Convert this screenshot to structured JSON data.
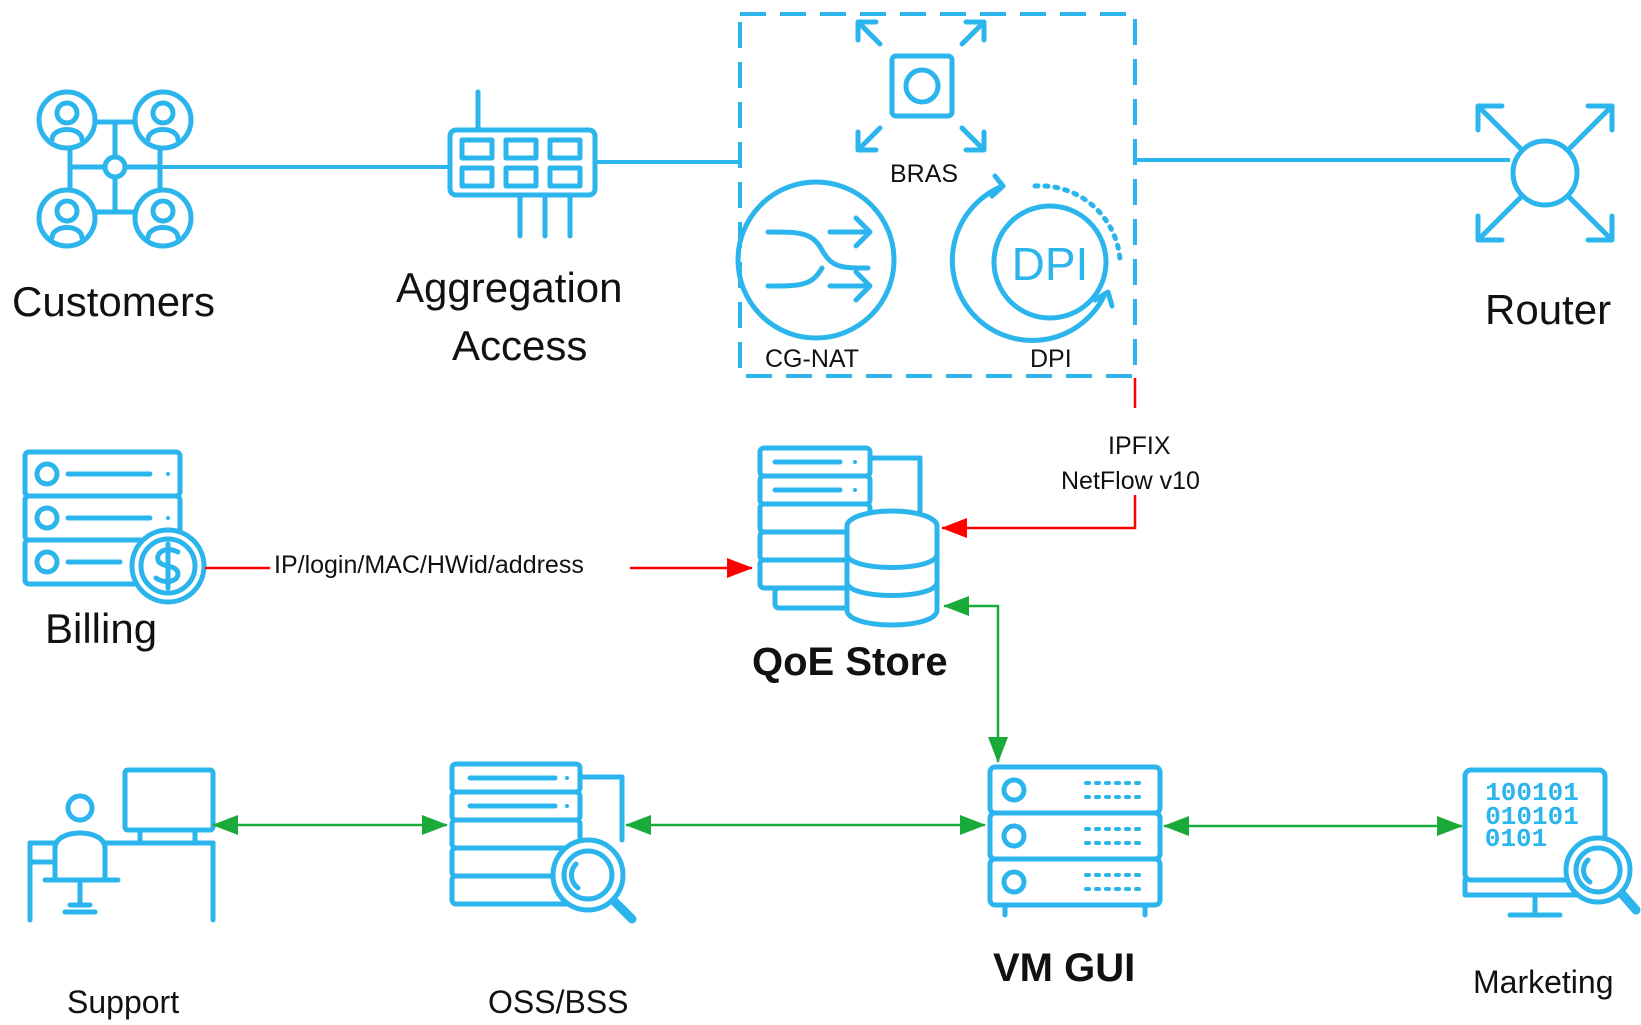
{
  "nodes": {
    "customers": "Customers",
    "aggregation_line1": "Aggregation",
    "aggregation_line2": "Access",
    "bras": "BRAS",
    "cgnat": "CG-NAT",
    "dpi": "DPI",
    "dpi_logo": "DPI",
    "router": "Router",
    "billing": "Billing",
    "qoe_store": "QoE Store",
    "support": "Support",
    "oss_bss": "OSS/BSS",
    "vm_gui": "VM GUI",
    "marketing": "Marketing"
  },
  "edges": {
    "billing_to_qoe": "IP/login/MAC/HWid/address",
    "ipfix_line1": "IPFIX",
    "ipfix_line2": "NetFlow v10"
  },
  "marketing_binary": [
    "100101",
    "010101",
    "0101"
  ],
  "colors": {
    "icon": "#2bb5ec",
    "red_arrow": "#ff0000",
    "green_arrow": "#1aaa3a",
    "text": "#111111"
  }
}
